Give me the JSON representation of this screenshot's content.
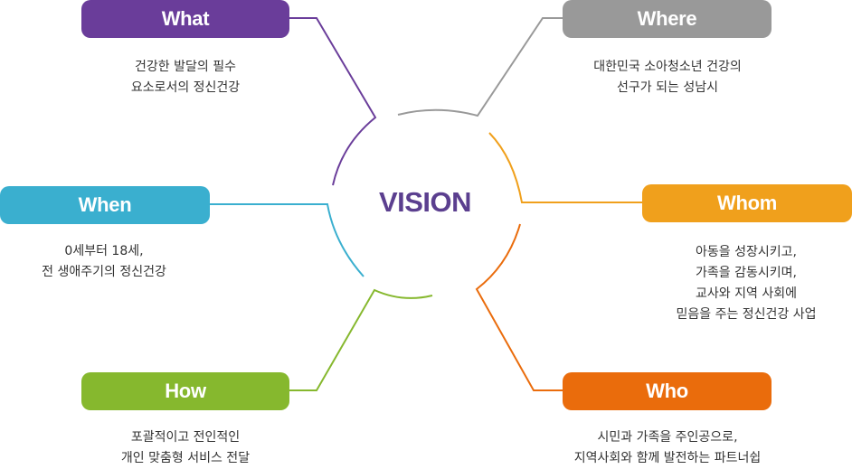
{
  "center": {
    "label": "VISION",
    "color": "#5b3f8f"
  },
  "nodes": {
    "what": {
      "label": "What",
      "color": "#6a3d9a",
      "desc": [
        "건강한 발달의 필수",
        "요소로서의 정신건강"
      ]
    },
    "where": {
      "label": "Where",
      "color": "#999999",
      "desc": [
        "대한민국 소아청소년 건강의",
        "선구가 되는 성남시"
      ]
    },
    "when": {
      "label": "When",
      "color": "#3aafcf",
      "desc": [
        "0세부터 18세,",
        "전 생애주기의 정신건강"
      ]
    },
    "whom": {
      "label": "Whom",
      "color": "#f0a01c",
      "desc": [
        "아동을 성장시키고,",
        "가족을 감동시키며,",
        "교사와 지역 사회에",
        "믿음을 주는 정신건강 사업"
      ]
    },
    "how": {
      "label": "How",
      "color": "#86b82e",
      "desc": [
        "포괄적이고 전인적인",
        "개인 맞춤형 서비스 전달"
      ]
    },
    "who": {
      "label": "Who",
      "color": "#ea6c0c",
      "desc": [
        "시민과 가족을 주인공으로,",
        "지역사회와 함께 발전하는 파트너쉽"
      ]
    }
  }
}
